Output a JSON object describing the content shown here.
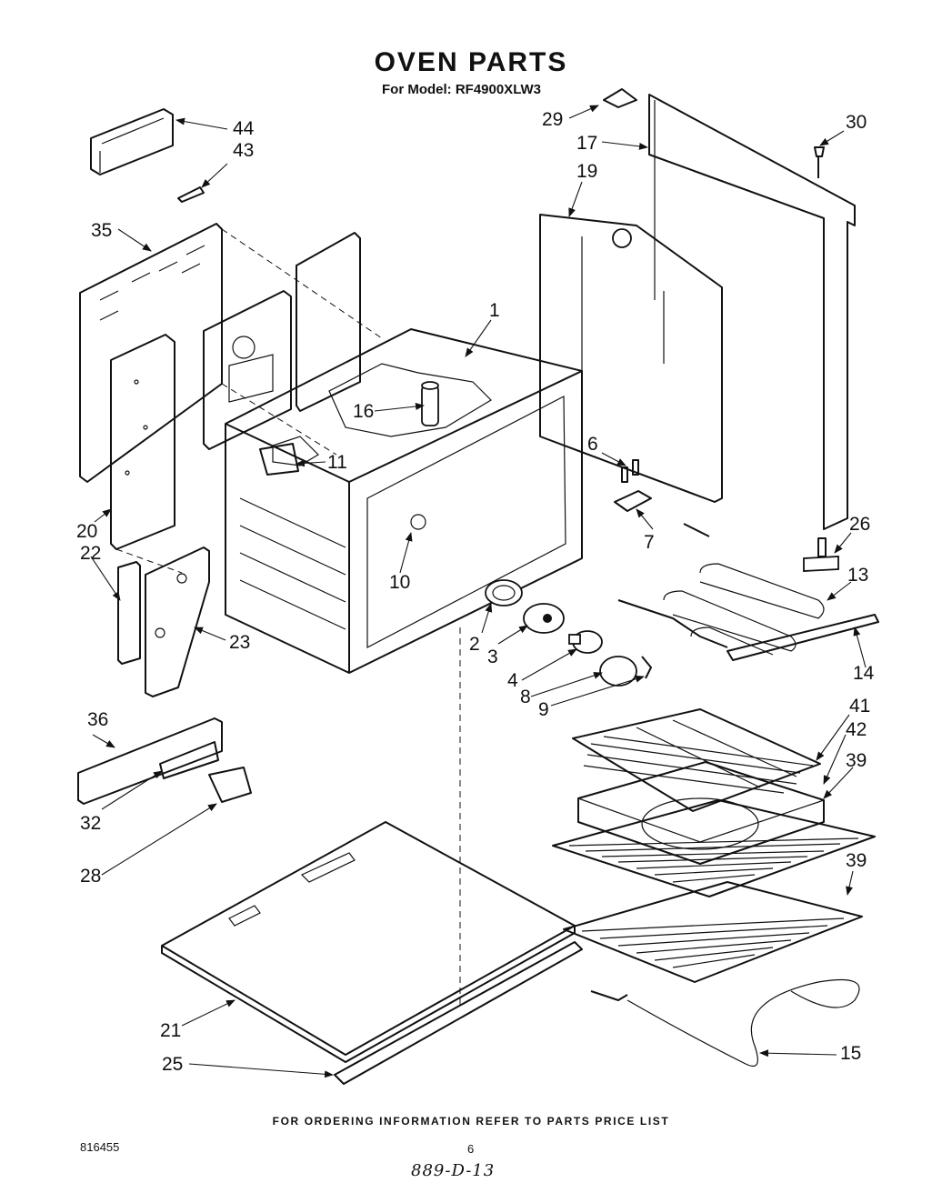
{
  "title": "OVEN PARTS",
  "subtitle": "For Model: RF4900XLW3",
  "callouts": [
    "44",
    "43",
    "35",
    "20",
    "22",
    "23",
    "36",
    "32",
    "28",
    "21",
    "25",
    "1",
    "16",
    "11",
    "10",
    "2",
    "3",
    "4",
    "8",
    "9",
    "29",
    "17",
    "30",
    "19",
    "6",
    "7",
    "26",
    "13",
    "14",
    "41",
    "42",
    "39",
    "39",
    "15"
  ],
  "footer": {
    "note": "FOR ORDERING INFORMATION REFER TO PARTS PRICE LIST",
    "doc_number": "816455",
    "page_number": "6",
    "handwritten_code": "889-D-13"
  }
}
